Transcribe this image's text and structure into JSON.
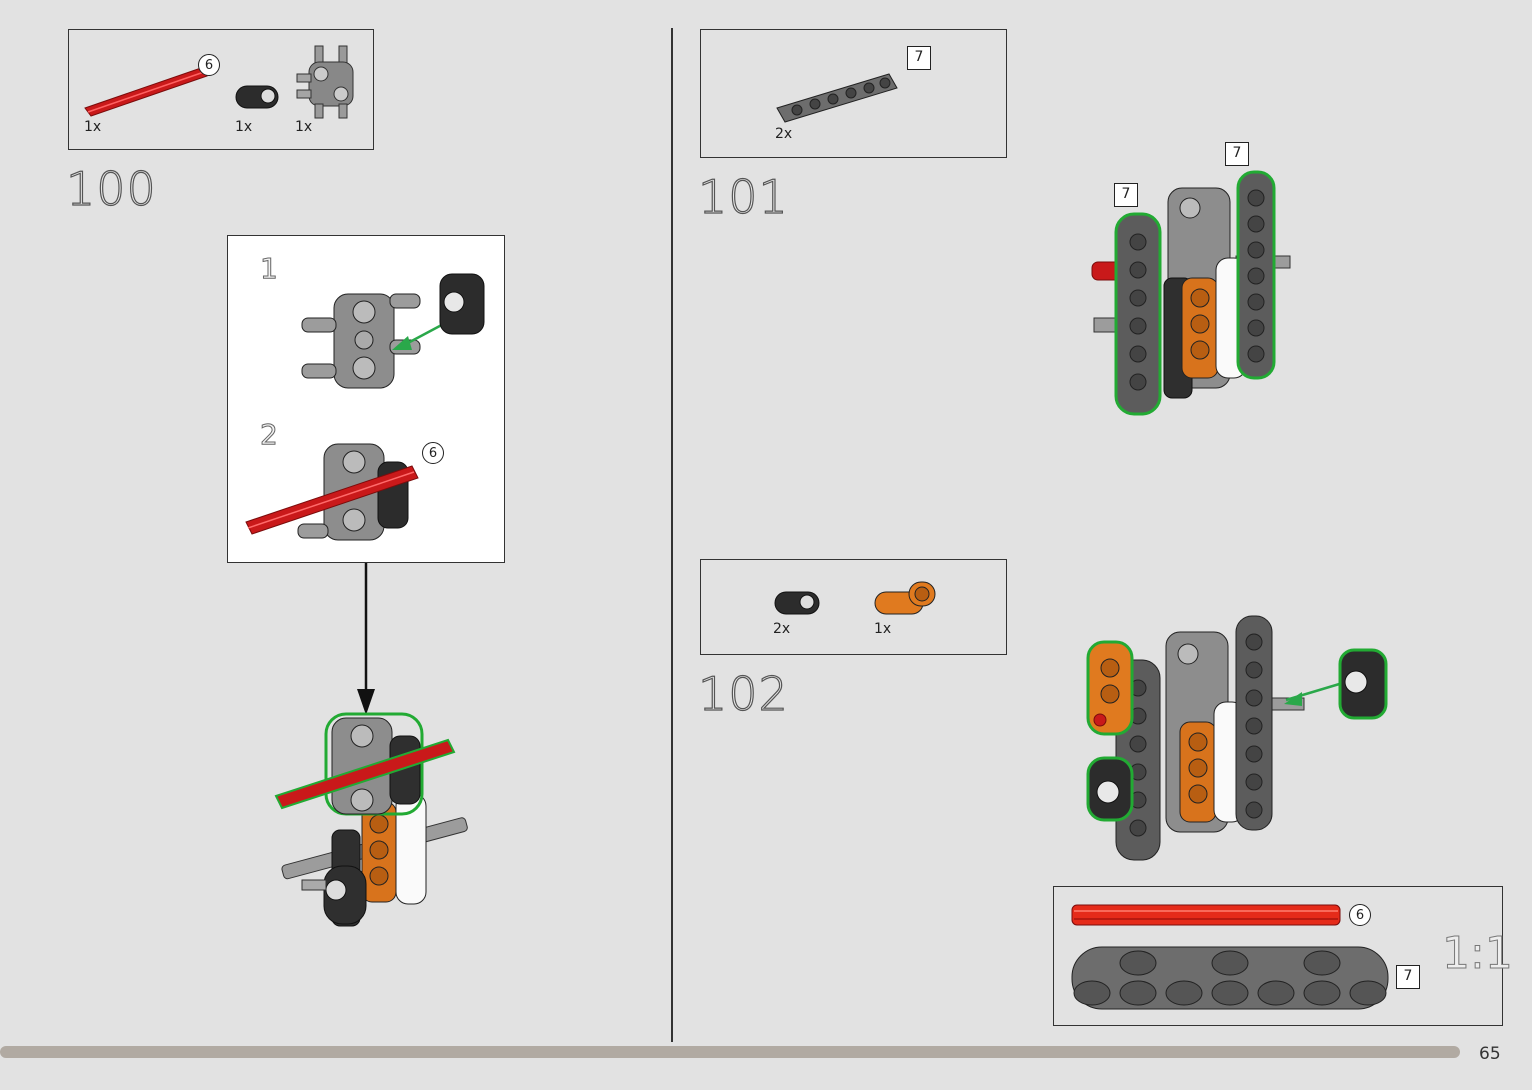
{
  "page_number": "65",
  "step100": {
    "number": "100",
    "parts": [
      {
        "name": "red axle",
        "qty": "1x",
        "badge": "6"
      },
      {
        "name": "black connector",
        "qty": "1x"
      },
      {
        "name": "grey cross block",
        "qty": "1x"
      }
    ],
    "callout": {
      "substep1": "1",
      "substep2": "2",
      "axle_badge": "6"
    }
  },
  "step101": {
    "number": "101",
    "parts": [
      {
        "name": "grey beam",
        "qty": "2x",
        "badge": "7"
      }
    ],
    "beam_badges": [
      "7",
      "7"
    ]
  },
  "step102": {
    "number": "102",
    "parts": [
      {
        "name": "black connector",
        "qty": "2x"
      },
      {
        "name": "orange connector",
        "qty": "1x"
      }
    ]
  },
  "scale_reference": {
    "label": "1:1",
    "axle_badge": "6",
    "beam_badge": "7"
  },
  "colors": {
    "highlight": "#22aa33",
    "red_part": "#cc1a1a",
    "orange_part": "#e07a1f",
    "grey_part": "#6c6c6c",
    "black_part": "#2f2f2f",
    "arrow": "#2aa84a"
  }
}
